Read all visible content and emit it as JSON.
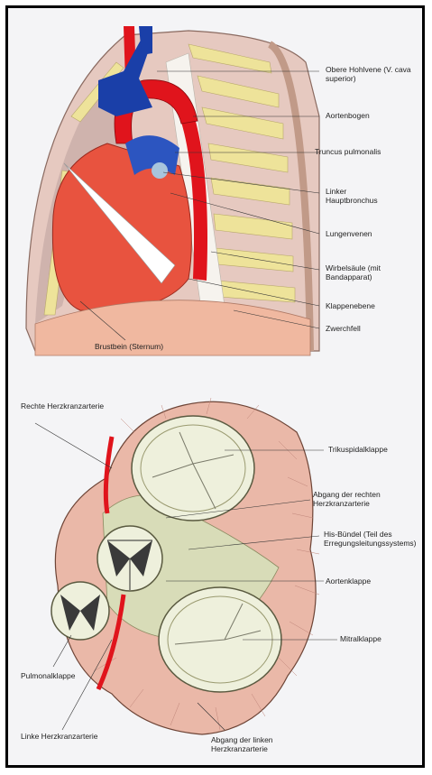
{
  "top": {
    "labels": {
      "vena_cava": "Obere Hohlvene (V. cava superior)",
      "aortic_arch": "Aortenbogen",
      "truncus": "Truncus pulmonalis",
      "bronchus": "Linker Hauptbronchus",
      "pulm_veins": "Lungenvenen",
      "spine": "Wirbelsäule (mit Bandapparat)",
      "valve_level": "Klappenebene",
      "diaphragm": "Zwerchfell",
      "sternum": "Brustbein (Sternum)"
    }
  },
  "bottom": {
    "labels": {
      "right_coronary": "Rechte Herzkranzarterie",
      "tricuspid": "Trikuspidalklappe",
      "right_coronary_origin": "Abgang der rechten Herzkranzarterie",
      "his_bundle": "His-Bündel (Teil des Erregungsleitungssystems)",
      "aortic_valve": "Aortenklappe",
      "mitral": "Mitralklappe",
      "pulmonary_valve": "Pulmonalklappe",
      "left_coronary": "Linke Herzkranzarterie",
      "left_coronary_origin": "Abgang der linken Herzkranzarterie"
    }
  },
  "colors": {
    "aorta_red": "#e0141c",
    "vein_blue": "#1a3fa8",
    "heart_red": "#e8533f",
    "rib_yellow": "#eee39a",
    "tissue_pink": "#eab8a8",
    "valve_cream": "#eef0dc"
  }
}
